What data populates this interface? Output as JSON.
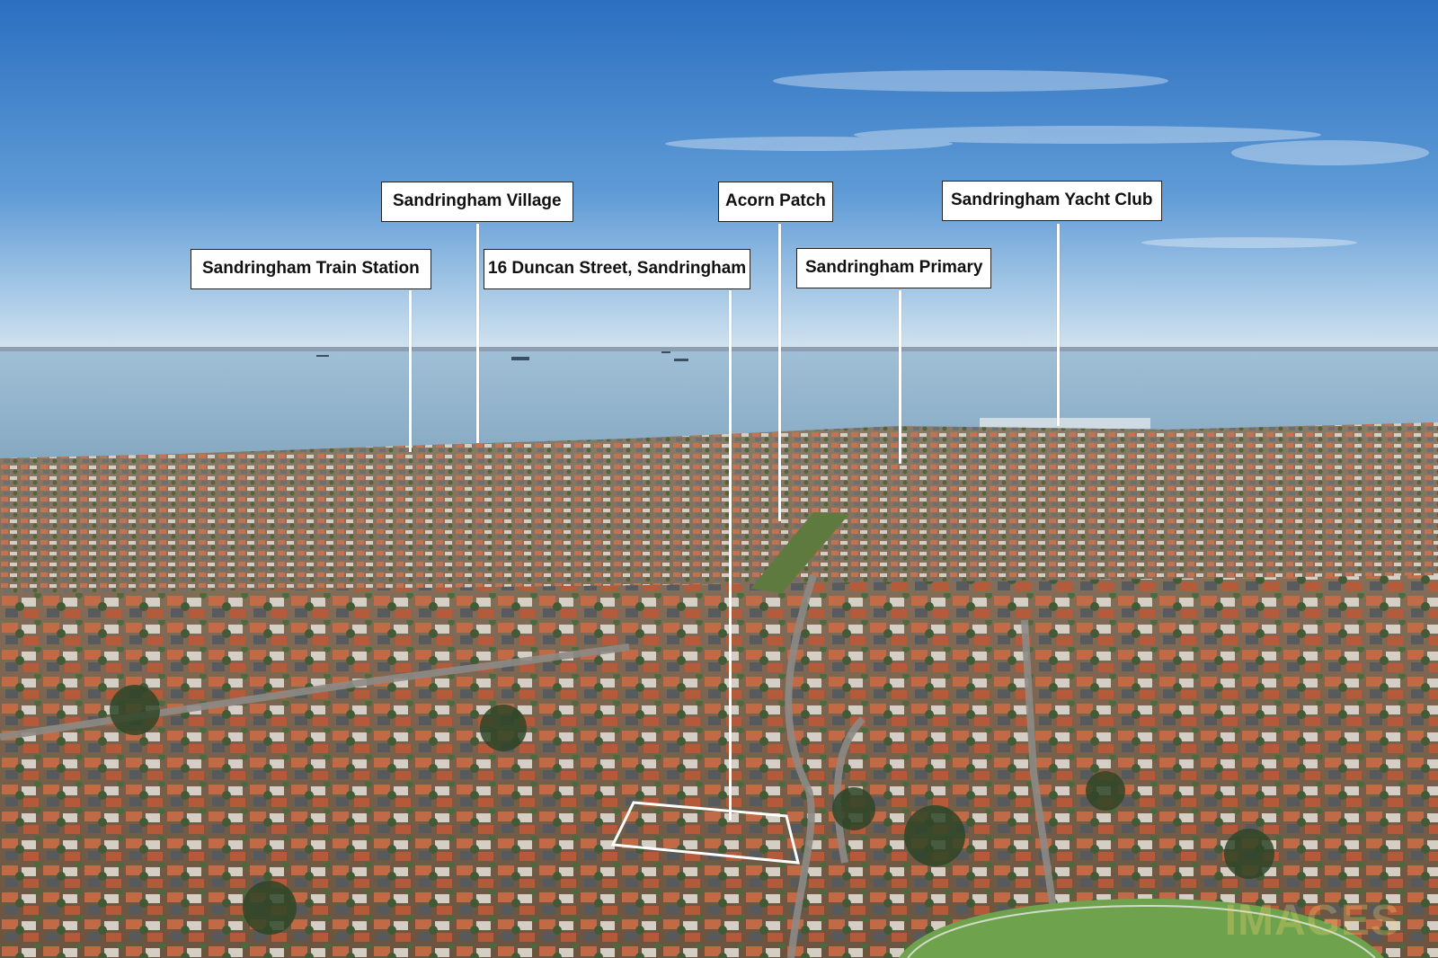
{
  "labels": {
    "train_station": "Sandringham Train Station",
    "village": "Sandringham Village",
    "property": "16 Duncan Street, Sandringham",
    "acorn_patch": "Acorn Patch",
    "primary": "Sandringham Primary",
    "yacht_club": "Sandringham Yacht Club"
  },
  "watermark": "IMAGES",
  "colors": {
    "sky_top": "#2f73c4",
    "sky_horizon": "#cfe2f0",
    "bay": "#8fb3cc",
    "houses": "#8a6f58",
    "roof_accent": "#c8643a",
    "trees": "#3f5a34",
    "oval": "#6fa24c",
    "label_bg": "#ffffff",
    "label_border": "#222222"
  }
}
